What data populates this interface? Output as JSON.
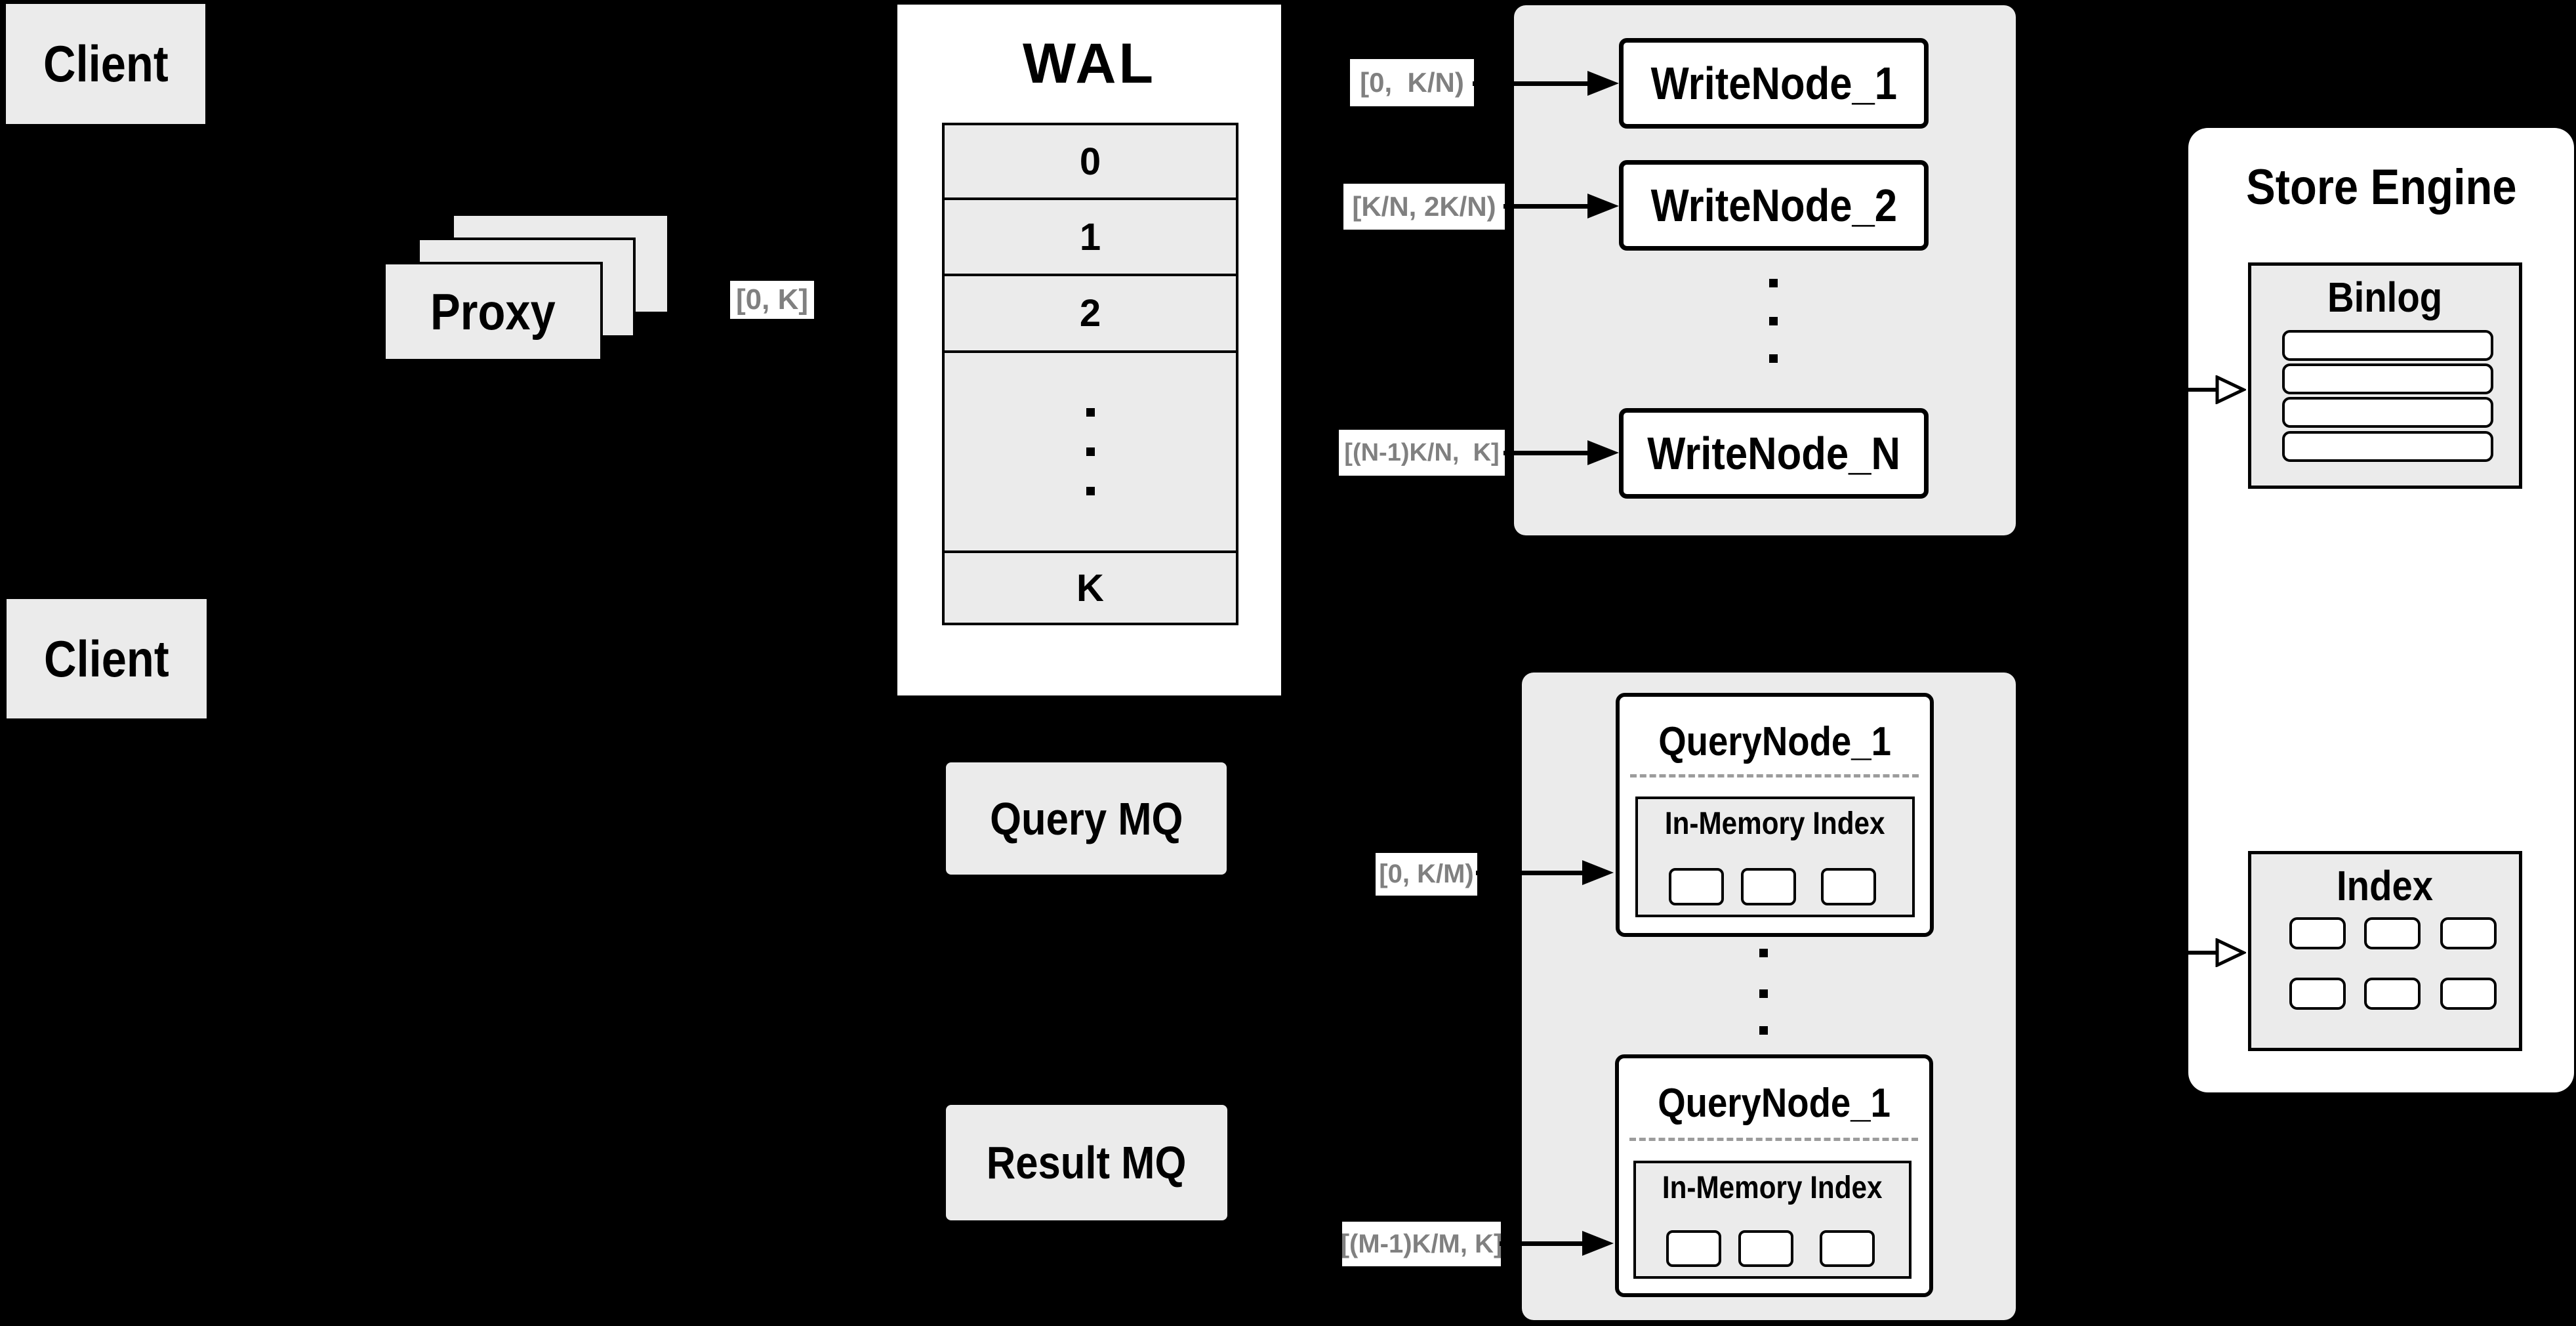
{
  "colors": {
    "background": "#000000",
    "panel_fill": "#ebebeb",
    "node_fill": "#ffffff",
    "border": "#000000",
    "range_label_text": "#808080",
    "range_label_fill": "#ffffff",
    "divider_dash": "#9c9c9c"
  },
  "client_top": {
    "label": "Client"
  },
  "client_bottom": {
    "label": "Client"
  },
  "proxy": {
    "label": "Proxy",
    "range": "[0, K]"
  },
  "wal": {
    "title": "WAL",
    "rows": [
      "0",
      "1",
      "2"
    ],
    "last_row": "K"
  },
  "write_cluster": {
    "nodes": [
      {
        "label": "WriteNode_1",
        "range": "[0,  K/N)"
      },
      {
        "label": "WriteNode_2",
        "range": "[K/N, 2K/N)"
      },
      {
        "label": "WriteNode_N",
        "range": "[(N-1)K/N,  K]"
      }
    ]
  },
  "store_engine": {
    "title": "Store Engine",
    "binlog": {
      "title": "Binlog",
      "bar_count": 4
    },
    "index": {
      "title": "Index",
      "cell_count": 6
    }
  },
  "mq": {
    "query": {
      "label": "Query MQ"
    },
    "result": {
      "label": "Result MQ"
    }
  },
  "query_cluster": {
    "nodes": [
      {
        "label": "QueryNode_1",
        "inner_title": "In-Memory Index",
        "range": "[0, K/M)",
        "segment_count": 3
      },
      {
        "label": "QueryNode_1",
        "inner_title": "In-Memory Index",
        "range": "[(M-1)K/M, K]",
        "segment_count": 3
      }
    ]
  }
}
